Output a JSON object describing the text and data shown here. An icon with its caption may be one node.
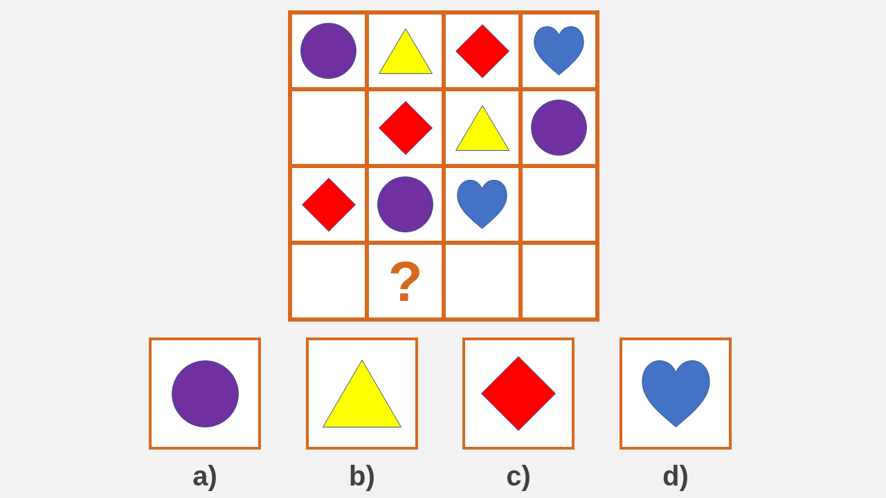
{
  "diagram": {
    "nodes": [
      {
        "text": [],
        "shape": "box"
      },
      {
        "text": [],
        "shape": "circle",
        "in": 0
      },
      {
        "text": [],
        "shape": "box"
      },
      {
        "text": [],
        "shape": "triangle",
        "in": 2
      },
      {
        "text": [],
        "shape": "box"
      },
      {
        "text": [],
        "shape": "diamond",
        "in": 4
      },
      {
        "text": [],
        "shape": "box"
      },
      {
        "text": [],
        "shape": "heart",
        "in": 6
      },
      {
        "text": [],
        "shape": "box"
      },
      {
        "text": [],
        "shape": "box"
      },
      {
        "text": [],
        "shape": "diamond",
        "in": 9
      },
      {
        "text": [],
        "shape": "box"
      },
      {
        "text": [],
        "shape": "triangle",
        "in": 11
      },
      {
        "text": [],
        "shape": "box"
      },
      {
        "text": [],
        "shape": "circle",
        "in": 13
      },
      {
        "text": [],
        "shape": "box"
      },
      {
        "text": [],
        "shape": "diamond",
        "in": 15
      },
      {
        "text": [],
        "shape": "box"
      },
      {
        "text": [],
        "shape": "circle",
        "in": 17
      },
      {
        "text": [],
        "shape": "box"
      },
      {
        "text": [],
        "shape": "heart",
        "in": 19
      },
      {
        "text": [],
        "shape": "box"
      },
      {
        "text": [],
        "shape": "box"
      },
      {
        "text": [
          "?"
        ]
      },
      {
        "text": [],
        "shape": "box"
      },
      {
        "text": [],
        "shape": "box"
      },
      {
        "text": [],
        "shape": "box",
        "beside": [
          "a)"
        ]
      },
      {
        "text": [],
        "shape": "circle",
        "in": 26
      },
      {
        "text": [],
        "shape": "box",
        "beside": [
          "b)"
        ]
      },
      {
        "text": [],
        "shape": "triangle",
        "in": 28
      },
      {
        "text": [],
        "shape": "box",
        "beside": [
          "c)"
        ]
      },
      {
        "text": [],
        "shape": "diamond",
        "in": 30
      },
      {
        "text": [],
        "shape": "box",
        "beside": [
          "d)"
        ]
      },
      {
        "text": [],
        "shape": "heart",
        "in": 32
      }
    ]
  }
}
